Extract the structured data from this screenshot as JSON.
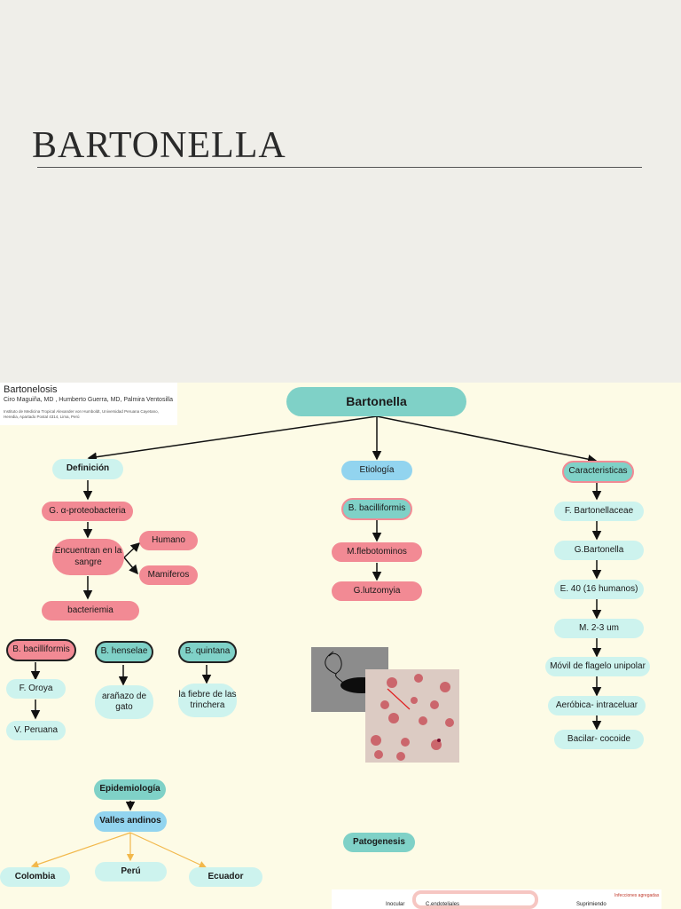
{
  "slide": {
    "title": "BARTONELLA"
  },
  "citation": {
    "title": "Bartonelosis",
    "authors": "Ciro Maguiña, MD     , Humberto Guerra, MD, Palmira Ventosilla",
    "institution": "Instituto de Medicina Tropical Alexander von Humboldt, Universidad Peruana Cayetano, Heredia, Apartado Postal 4314, Lima, Perú"
  },
  "nodes": {
    "root": "Bartonella",
    "definicion": "Definición",
    "etiologia": "Etiología",
    "caracteristicas": "Caracteristicas",
    "proteobacteria": "G. α-proteobacteria",
    "encuentran": "Encuentran en la sangre",
    "humano": "Humano",
    "mamiferos": "Mamiferos",
    "bacteriemia": "bacteriemia",
    "bacilliformis_etio": "B. bacilliformis",
    "flebotominos": "M.flebotominos",
    "lutzomyia": "G.lutzomyia",
    "familia": "F. Bartonellaceae",
    "genero": "G.Bartonella",
    "especies": "E. 40 (16 humanos)",
    "medida": "M. 2-3 um",
    "movil": "Móvil de flagelo unipolar",
    "aerobica": "Aeróbica- intraceluar",
    "bacilar": "Bacilar- cocoide",
    "bacilliformis": "B. bacilliformis",
    "henselae": "B. henselae",
    "quintana": "B. quintana",
    "oroya": "F. Oroya",
    "peruana": "V.  Peruana",
    "aranazo": "arañazo de gato",
    "fiebre": "la fiebre de las trinchera",
    "epidemiologia": "Epidemiología",
    "valles": "Valles andinos",
    "colombia": "Colombia",
    "peru": "Perú",
    "ecuador": "Ecuador",
    "patogenesis": "Patogenesis"
  },
  "strip": {
    "inocular": "Inocular",
    "endoteliales": "C.endoteliales",
    "suprimiendo": "Suprimiendo",
    "infecciones": "Infecciones agregadas"
  },
  "colors": {
    "teal": "#7fd1c7",
    "pink": "#f28a94",
    "mint": "#cdf3ee",
    "blue": "#92d4ef",
    "arrow_orange": "#f2b84b"
  }
}
